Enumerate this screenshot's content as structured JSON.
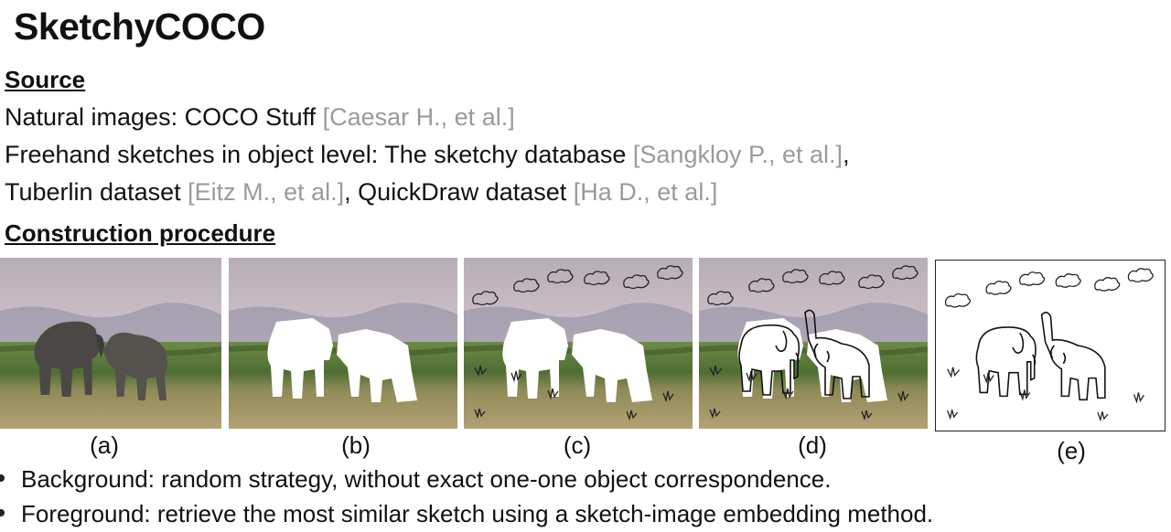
{
  "title": "SketchyCOCO",
  "source": {
    "heading": "Source",
    "line1": {
      "text": "Natural images: COCO Stuff ",
      "cite": "[Caesar H., et al.]"
    },
    "line2": {
      "text": "Freehand sketches in object level: The sketchy database ",
      "cite": "[Sangkloy P., et al.]",
      "tail": ","
    },
    "line3": {
      "text1": "Tuberlin dataset ",
      "cite1": "[Eitz M., et al.]",
      "text2": ", QuickDraw dataset ",
      "cite2": "[Ha D., et al.]"
    }
  },
  "construction": {
    "heading": "Construction procedure",
    "captions": [
      "(a)",
      "(b)",
      "(c)",
      "(d)",
      "(e)"
    ]
  },
  "bullets": [
    "Background: random strategy, without exact one-one object correspondence.",
    "Foreground: retrieve the most similar sketch using a sketch-image embedding method."
  ],
  "colors": {
    "citation": "#9a9a9a",
    "sky": "#c9bfc7",
    "grass": "#5f7a3c",
    "ground": "#a89a6c"
  }
}
